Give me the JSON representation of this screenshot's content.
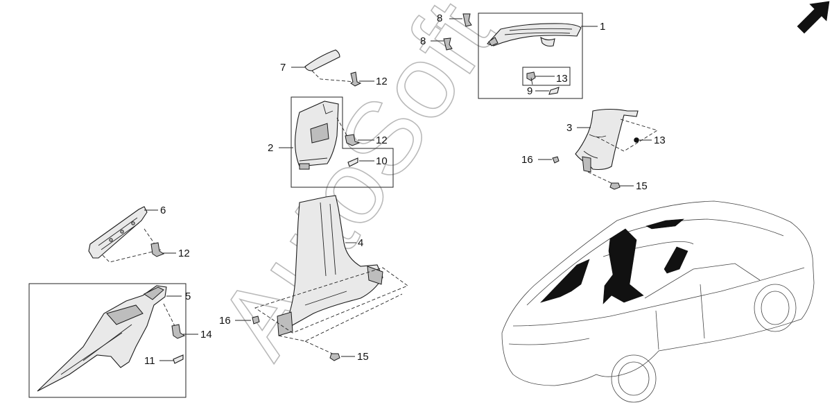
{
  "watermark": "AutoSoft",
  "parts": [
    {
      "name": "callout-1",
      "label": "1"
    },
    {
      "name": "callout-2",
      "label": "2"
    },
    {
      "name": "callout-3",
      "label": "3"
    },
    {
      "name": "callout-4",
      "label": "4"
    },
    {
      "name": "callout-5",
      "label": "5"
    },
    {
      "name": "callout-6",
      "label": "6"
    },
    {
      "name": "callout-7",
      "label": "7"
    },
    {
      "name": "callout-8a",
      "label": "8"
    },
    {
      "name": "callout-8b",
      "label": "8"
    },
    {
      "name": "callout-9",
      "label": "9"
    },
    {
      "name": "callout-10",
      "label": "10"
    },
    {
      "name": "callout-11",
      "label": "11"
    },
    {
      "name": "callout-12a",
      "label": "12"
    },
    {
      "name": "callout-12b",
      "label": "12"
    },
    {
      "name": "callout-12c",
      "label": "12"
    },
    {
      "name": "callout-13a",
      "label": "13"
    },
    {
      "name": "callout-13b",
      "label": "13"
    },
    {
      "name": "callout-14",
      "label": "14"
    },
    {
      "name": "callout-15a",
      "label": "15"
    },
    {
      "name": "callout-15b",
      "label": "15"
    },
    {
      "name": "callout-16a",
      "label": "16"
    },
    {
      "name": "callout-16b",
      "label": "16"
    }
  ],
  "orientation_arrow": "front-direction-arrow-icon"
}
